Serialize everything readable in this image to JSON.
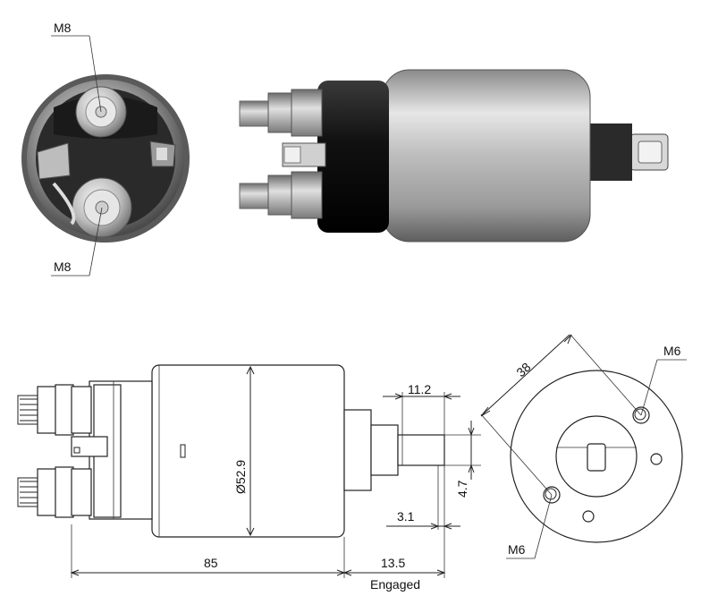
{
  "photo_labels": {
    "top_terminal": "M8",
    "bottom_terminal": "M8"
  },
  "drawing_labels": {
    "length_body": "85",
    "diameter": "Ø52.9",
    "shaft_length": "11.2",
    "shaft_width": "4.7",
    "shaft_offset": "3.1",
    "travel": "13.5",
    "travel_note": "Engaged",
    "bolt_circle": "38",
    "hole_top": "M6",
    "hole_bottom": "M6"
  },
  "colors": {
    "metal_light": "#d8d8d8",
    "metal_dark": "#7a7a7a",
    "cap_black": "#1c1c1c",
    "line": "#222222"
  }
}
